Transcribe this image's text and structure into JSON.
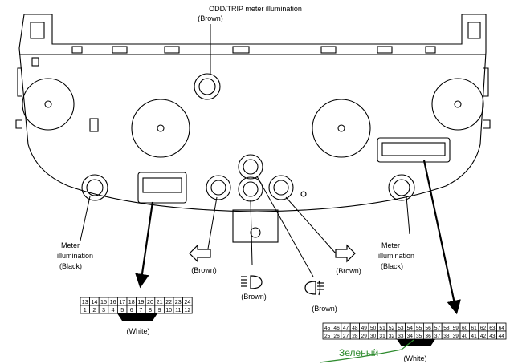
{
  "labels": {
    "odd_trip_title": "ODD/TRIP meter illumination",
    "odd_trip_color": "(Brown)",
    "meter_left_line1": "Meter",
    "meter_left_line2": "illumination",
    "meter_left_line3": "(Black)",
    "meter_right_line1": "Meter",
    "meter_right_line2": "illumination",
    "meter_right_line3": "(Black)",
    "turn_left_color": "(Brown)",
    "headlamp_color": "(Brown)",
    "fog_color": "(Brown)",
    "turn_right_color": "(Brown)",
    "connector_left_color": "(White)",
    "connector_right_color": "(White)",
    "handwritten_note": "Зеленый"
  },
  "connector_left": {
    "top_row": [
      "13",
      "14",
      "15",
      "16",
      "17",
      "18",
      "19",
      "20",
      "21",
      "22",
      "23",
      "24"
    ],
    "bottom_row": [
      "1",
      "2",
      "3",
      "4",
      "5",
      "6",
      "7",
      "8",
      "9",
      "10",
      "11",
      "12"
    ]
  },
  "connector_right": {
    "top_row": [
      "45",
      "46",
      "47",
      "48",
      "49",
      "50",
      "51",
      "52",
      "53",
      "54",
      "55",
      "56",
      "57",
      "58",
      "59",
      "60",
      "61",
      "62",
      "63",
      "64"
    ],
    "bottom_row": [
      "25",
      "26",
      "27",
      "28",
      "29",
      "30",
      "31",
      "32",
      "33",
      "34",
      "35",
      "36",
      "37",
      "38",
      "39",
      "40",
      "41",
      "42",
      "43",
      "44"
    ]
  },
  "icons": {
    "turn_left": "left-arrow-outline-icon",
    "turn_right": "right-arrow-outline-icon",
    "headlamp": "headlamp-icon",
    "fog": "fog-lamp-icon"
  },
  "colors": {
    "line": "#000000",
    "note": "#2e8b2e"
  }
}
